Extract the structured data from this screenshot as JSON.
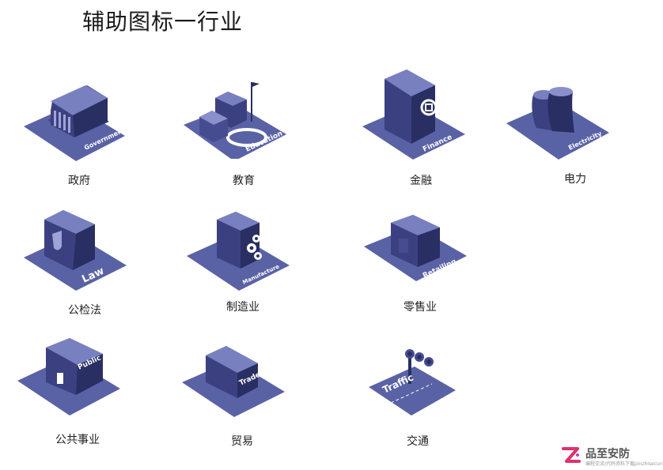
{
  "page": {
    "title": "辅助图标一行业"
  },
  "icons": [
    {
      "label": "政府",
      "badge": "Government"
    },
    {
      "label": "教育",
      "badge": "Education"
    },
    {
      "label": "金融",
      "badge": "Finance"
    },
    {
      "label": "电力",
      "badge": "Electricity"
    },
    {
      "label": "公检法",
      "badge": "Law"
    },
    {
      "label": "制造业",
      "badge": "Manufacture"
    },
    {
      "label": "零售业",
      "badge": "Retailing"
    },
    {
      "label": "公共事业",
      "badge": "Public"
    },
    {
      "label": "贸易",
      "badge": "Trade"
    },
    {
      "label": "交通",
      "badge": "Traffic"
    }
  ],
  "colors": {
    "base": "#5a62a6",
    "dark": "#2a2f63",
    "mid": "#454c8f",
    "light": "#7880c0"
  },
  "watermark": {
    "brand": "品至安防",
    "sub": "编程交流|代码资料下载pinzhisecurity.com"
  }
}
